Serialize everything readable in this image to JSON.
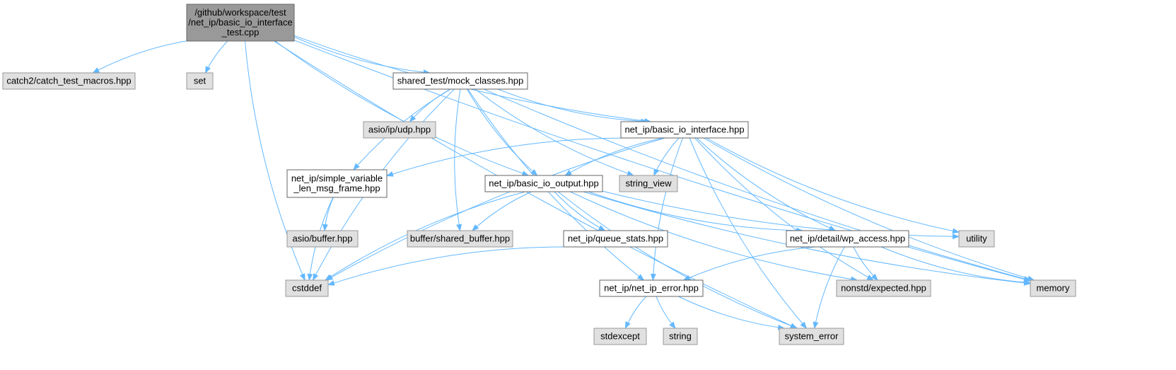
{
  "colors": {
    "edge": "#63b8ff",
    "root_fill": "#999999",
    "root_stroke": "#666666",
    "local_fill": "#ffffff",
    "local_stroke": "#666666",
    "external_fill": "#e0e0e0",
    "external_stroke": "#999999"
  },
  "nodes": [
    {
      "id": "root",
      "kind": "root",
      "lines": [
        "/github/workspace/test",
        "/net_ip/basic_io_interface",
        "_test.cpp"
      ]
    },
    {
      "id": "catch2",
      "kind": "external",
      "lines": [
        "catch2/catch_test_macros.hpp"
      ]
    },
    {
      "id": "set",
      "kind": "external",
      "lines": [
        "set"
      ]
    },
    {
      "id": "mock",
      "kind": "local",
      "lines": [
        "shared_test/mock_classes.hpp"
      ]
    },
    {
      "id": "asio_udp",
      "kind": "external",
      "lines": [
        "asio/ip/udp.hpp"
      ]
    },
    {
      "id": "bio_iface",
      "kind": "local",
      "lines": [
        "net_ip/basic_io_interface.hpp"
      ]
    },
    {
      "id": "simple_var",
      "kind": "local",
      "lines": [
        "net_ip/simple_variable",
        "_len_msg_frame.hpp"
      ]
    },
    {
      "id": "bio_output",
      "kind": "local",
      "lines": [
        "net_ip/basic_io_output.hpp"
      ]
    },
    {
      "id": "string_view",
      "kind": "external",
      "lines": [
        "string_view"
      ]
    },
    {
      "id": "asio_buffer",
      "kind": "external",
      "lines": [
        "asio/buffer.hpp"
      ]
    },
    {
      "id": "shared_buffer",
      "kind": "external",
      "lines": [
        "buffer/shared_buffer.hpp"
      ]
    },
    {
      "id": "queue_stats",
      "kind": "local",
      "lines": [
        "net_ip/queue_stats.hpp"
      ]
    },
    {
      "id": "wp_access",
      "kind": "local",
      "lines": [
        "net_ip/detail/wp_access.hpp"
      ]
    },
    {
      "id": "utility",
      "kind": "external",
      "lines": [
        "utility"
      ]
    },
    {
      "id": "cstddef",
      "kind": "external",
      "lines": [
        "cstddef"
      ]
    },
    {
      "id": "net_ip_error",
      "kind": "local",
      "lines": [
        "net_ip/net_ip_error.hpp"
      ]
    },
    {
      "id": "expected",
      "kind": "external",
      "lines": [
        "nonstd/expected.hpp"
      ]
    },
    {
      "id": "memory",
      "kind": "external",
      "lines": [
        "memory"
      ]
    },
    {
      "id": "stdexcept",
      "kind": "external",
      "lines": [
        "stdexcept"
      ]
    },
    {
      "id": "string",
      "kind": "external",
      "lines": [
        "string"
      ]
    },
    {
      "id": "system_error",
      "kind": "external",
      "lines": [
        "system_error"
      ]
    }
  ],
  "edges": [
    [
      "root",
      "catch2"
    ],
    [
      "root",
      "set"
    ],
    [
      "root",
      "mock"
    ],
    [
      "root",
      "bio_iface"
    ],
    [
      "root",
      "bio_output"
    ],
    [
      "root",
      "cstddef"
    ],
    [
      "root",
      "memory"
    ],
    [
      "root",
      "system_error"
    ],
    [
      "mock",
      "asio_udp"
    ],
    [
      "mock",
      "bio_iface"
    ],
    [
      "mock",
      "simple_var"
    ],
    [
      "mock",
      "bio_output"
    ],
    [
      "mock",
      "string_view"
    ],
    [
      "mock",
      "shared_buffer"
    ],
    [
      "mock",
      "cstddef"
    ],
    [
      "mock",
      "net_ip_error"
    ],
    [
      "mock",
      "memory"
    ],
    [
      "bio_iface",
      "simple_var"
    ],
    [
      "bio_iface",
      "bio_output"
    ],
    [
      "bio_iface",
      "string_view"
    ],
    [
      "bio_iface",
      "cstddef"
    ],
    [
      "bio_iface",
      "net_ip_error"
    ],
    [
      "bio_iface",
      "wp_access"
    ],
    [
      "bio_iface",
      "utility"
    ],
    [
      "bio_iface",
      "expected"
    ],
    [
      "bio_iface",
      "memory"
    ],
    [
      "bio_iface",
      "system_error"
    ],
    [
      "simple_var",
      "asio_buffer"
    ],
    [
      "simple_var",
      "cstddef"
    ],
    [
      "bio_output",
      "shared_buffer"
    ],
    [
      "bio_output",
      "queue_stats"
    ],
    [
      "bio_output",
      "cstddef"
    ],
    [
      "bio_output",
      "wp_access"
    ],
    [
      "bio_output",
      "utility"
    ],
    [
      "bio_output",
      "expected"
    ],
    [
      "bio_output",
      "memory"
    ],
    [
      "bio_output",
      "system_error"
    ],
    [
      "queue_stats",
      "cstddef"
    ],
    [
      "wp_access",
      "net_ip_error"
    ],
    [
      "wp_access",
      "expected"
    ],
    [
      "wp_access",
      "memory"
    ],
    [
      "wp_access",
      "system_error"
    ],
    [
      "net_ip_error",
      "stdexcept"
    ],
    [
      "net_ip_error",
      "string"
    ],
    [
      "net_ip_error",
      "system_error"
    ]
  ]
}
